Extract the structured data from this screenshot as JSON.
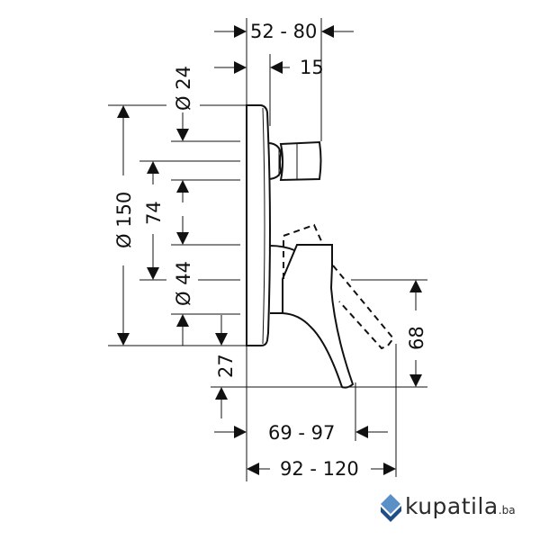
{
  "dimensions": {
    "width_range": "52 - 80",
    "knob_offset": "15",
    "knob_diameter": "Ø 24",
    "plate_diameter": "Ø 150",
    "center_distance": "74",
    "body_diameter": "Ø 44",
    "lever_drop": "27",
    "lever_swing": "68",
    "lever_reach_short": "69 - 97",
    "lever_reach_long": "92 - 120"
  },
  "brand": {
    "name": "kupatila",
    "tld": ".ba",
    "colors": {
      "light": "#5b8fc7",
      "dark": "#1f4e86"
    }
  }
}
